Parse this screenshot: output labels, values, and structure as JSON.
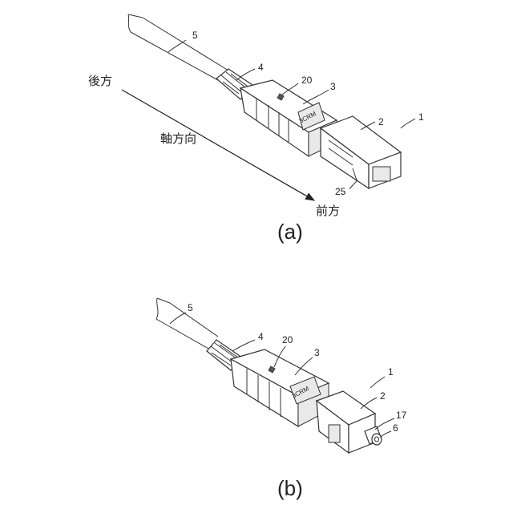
{
  "figure_a": {
    "caption": "(a)",
    "refs": {
      "cable": "5",
      "boot": "4",
      "latch": "20",
      "outer_housing": "3",
      "inner_housing": "2",
      "connector": "1",
      "tab": "25"
    },
    "direction": {
      "rear": "後方",
      "axial": "軸方向",
      "front": "前方"
    }
  },
  "figure_b": {
    "caption": "(b)",
    "refs": {
      "cable": "5",
      "boot": "4",
      "latch": "20",
      "outer_housing": "3",
      "inner_housing": "2",
      "connector": "1",
      "ferrule_holder": "17",
      "ferrule": "6"
    }
  },
  "style": {
    "line_color": "#333333",
    "background": "#ffffff"
  }
}
